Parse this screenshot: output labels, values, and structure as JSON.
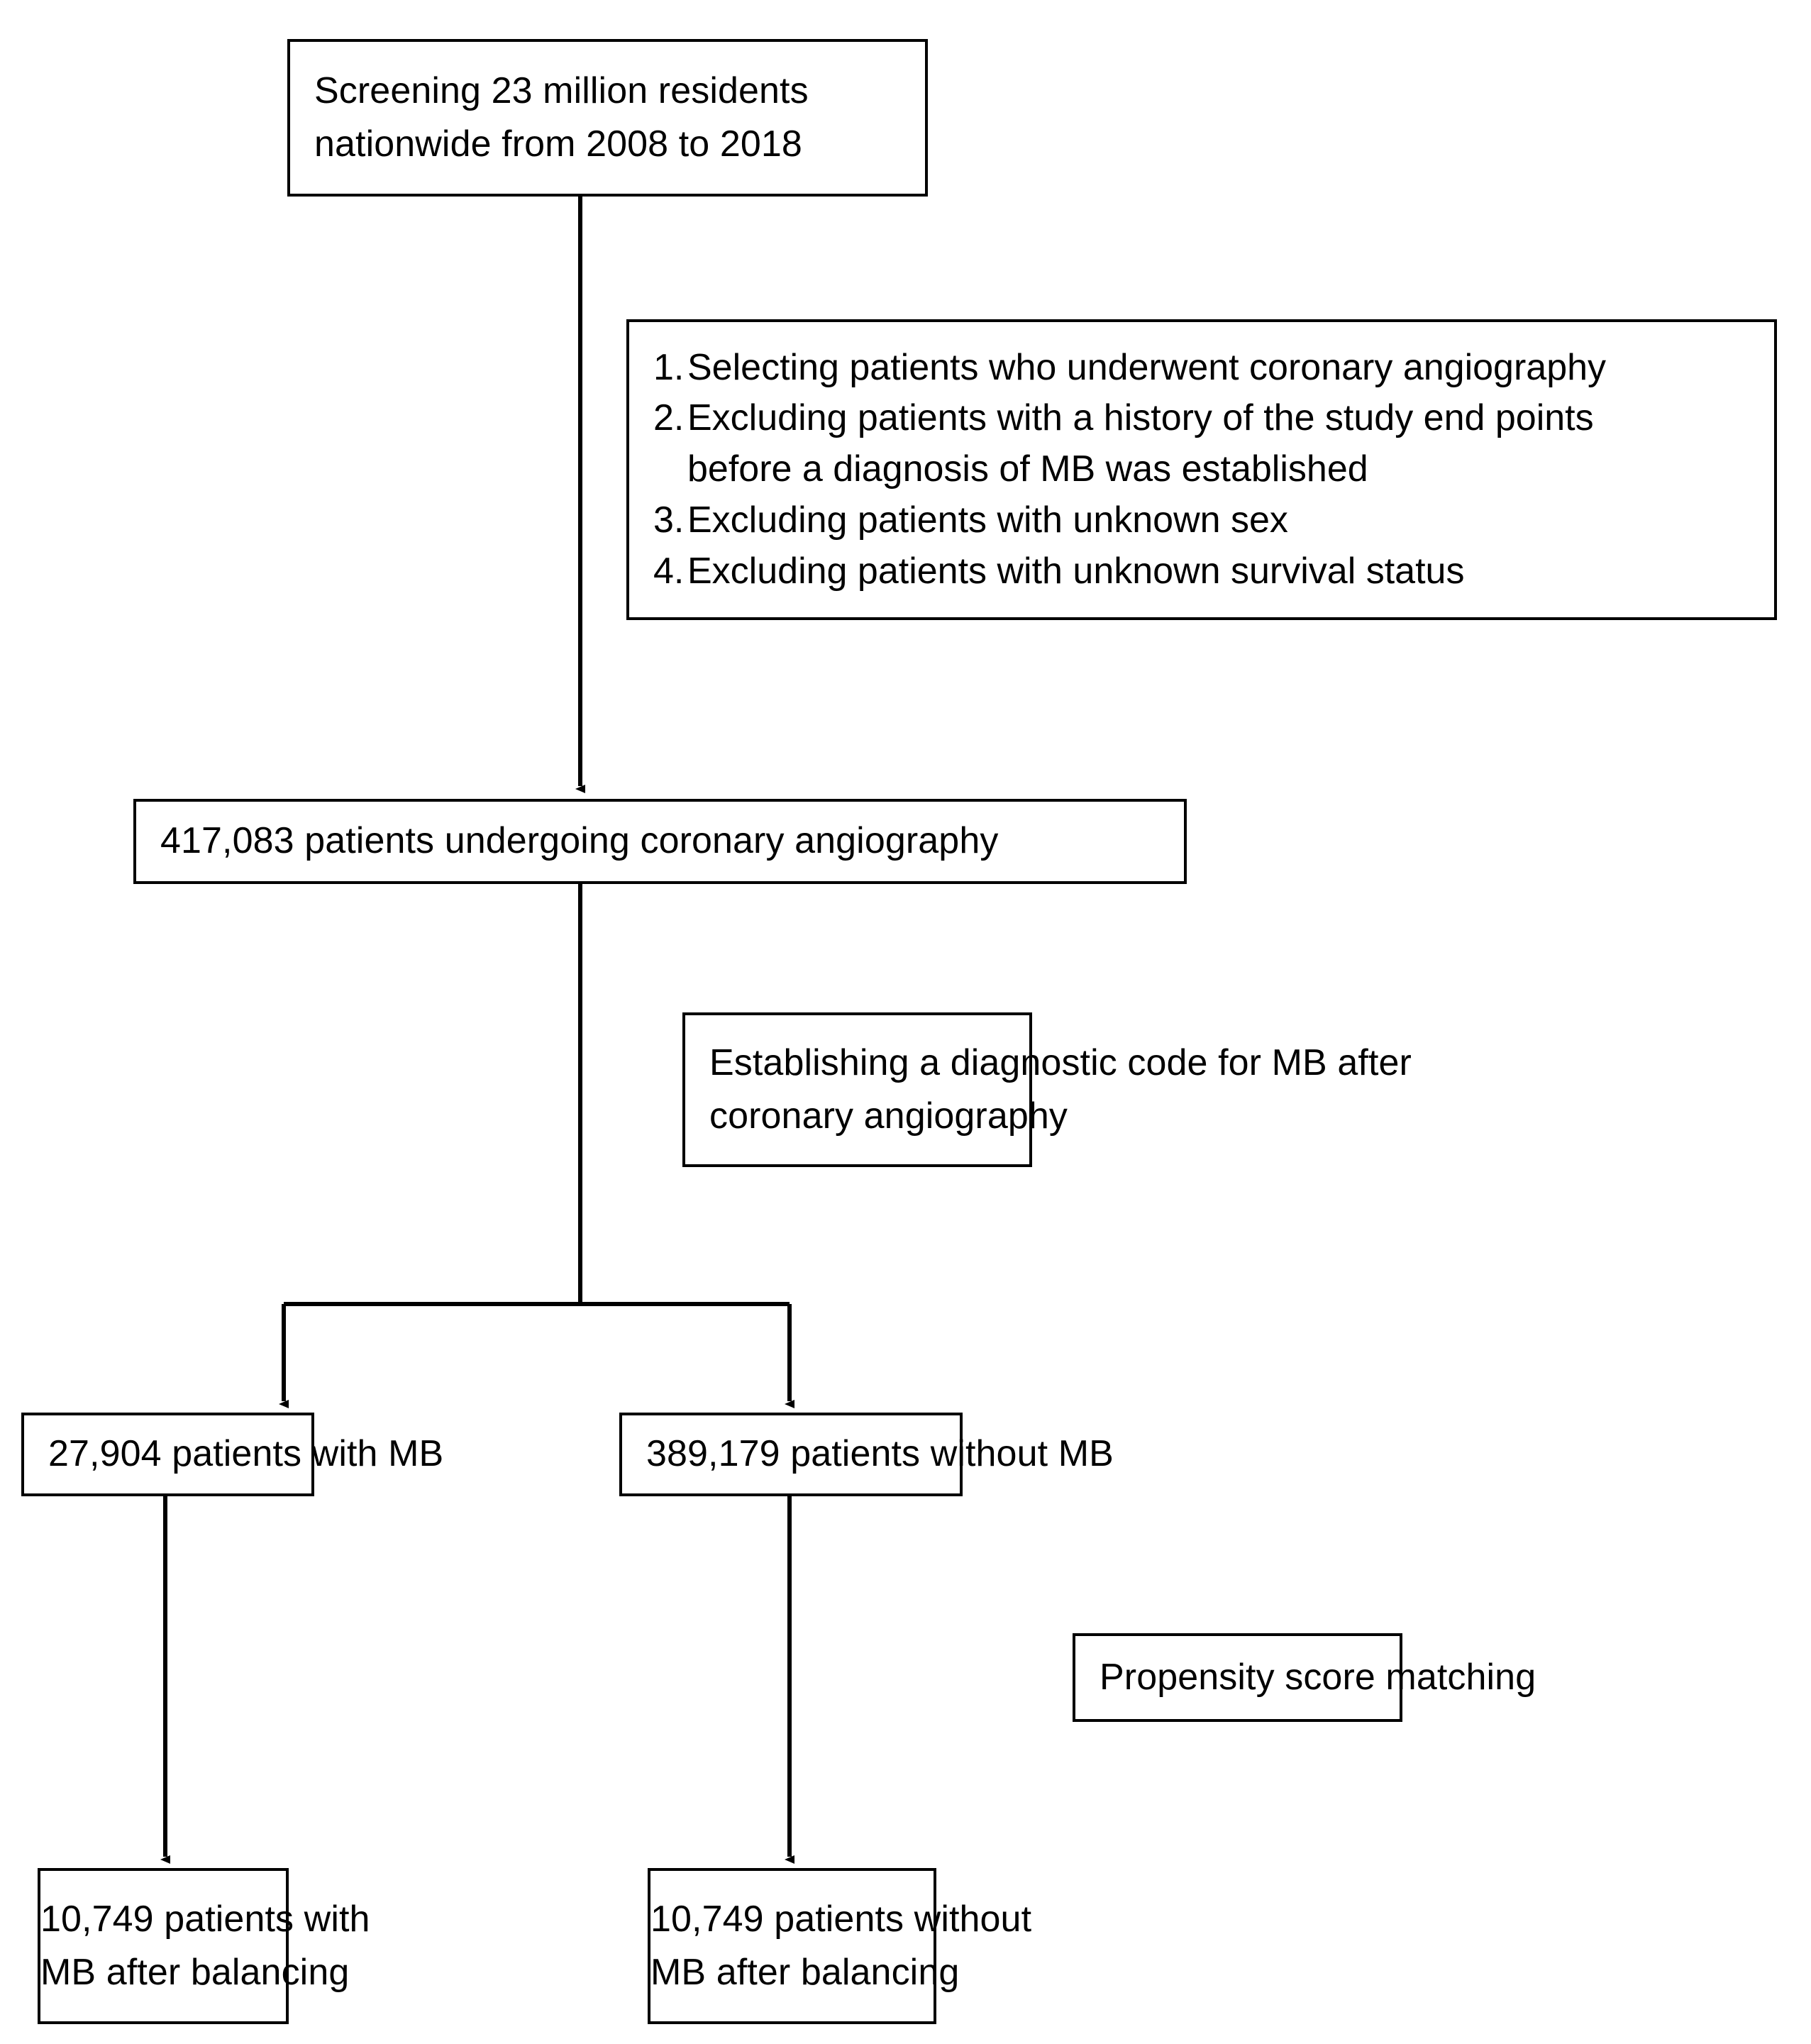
{
  "diagram": {
    "title": "Study population selection flow diagram",
    "stroke_color": "#000000",
    "background_color": "#ffffff",
    "nodes": {
      "screening": {
        "lines": [
          "Screening 23 million residents",
          "nationwide from 2008 to 2018"
        ]
      },
      "criteria": {
        "items": [
          {
            "num": "1.",
            "text": "Selecting patients who underwent coronary angiography",
            "continuation": null
          },
          {
            "num": "2.",
            "text": "Excluding patients with a history of the study end points",
            "continuation": "before a diagnosis of MB was established"
          },
          {
            "num": "3.",
            "text": "Excluding patients with unknown sex",
            "continuation": null
          },
          {
            "num": "4.",
            "text": "Excluding patients with unknown survival status",
            "continuation": null
          }
        ]
      },
      "cohort": {
        "lines": [
          "417,083 patients undergoing coronary angiography"
        ]
      },
      "establishing": {
        "lines": [
          "Establishing a diagnostic code for MB after",
          "coronary angiography"
        ]
      },
      "with_mb": {
        "lines": [
          "27,904 patients with MB"
        ]
      },
      "without_mb": {
        "lines": [
          "389,179 patients without MB"
        ]
      },
      "propensity": {
        "lines": [
          "Propensity score matching"
        ]
      },
      "balanced_with_mb": {
        "lines": [
          "10,749 patients with",
          "MB after balancing"
        ]
      },
      "balanced_without_mb": {
        "lines": [
          "10,749 patients without",
          "MB after balancing"
        ]
      }
    }
  }
}
